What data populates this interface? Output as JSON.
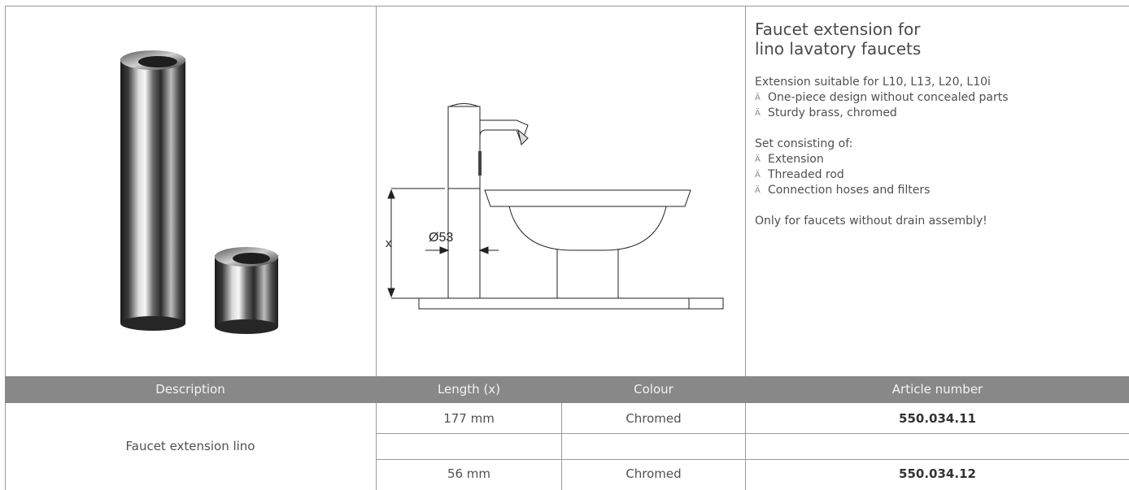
{
  "product": {
    "title_line1": "Faucet extension for",
    "title_line2": "lino lavatory faucets",
    "suitable": "Extension suitable for L10, L13, L20, L10i",
    "features": [
      "One-piece design without concealed parts",
      "Sturdy brass, chromed"
    ],
    "set_heading": "Set consisting of:",
    "set_items": [
      "Extension",
      "Threaded rod",
      "Connection hoses and filters"
    ],
    "note": "Only for faucets without drain assembly!",
    "bullet_glyph": "Ä"
  },
  "drawing": {
    "diameter_label": "Ø53",
    "length_label": "x"
  },
  "table": {
    "headers": [
      "Description",
      "Length (x)",
      "Colour",
      "Article number"
    ],
    "description": "Faucet extension lino",
    "rows": [
      {
        "length": "177 mm",
        "colour": "Chromed",
        "article": "550.034.11"
      },
      {
        "length": "56 mm",
        "colour": "Chromed",
        "article": "550.034.12"
      }
    ]
  }
}
